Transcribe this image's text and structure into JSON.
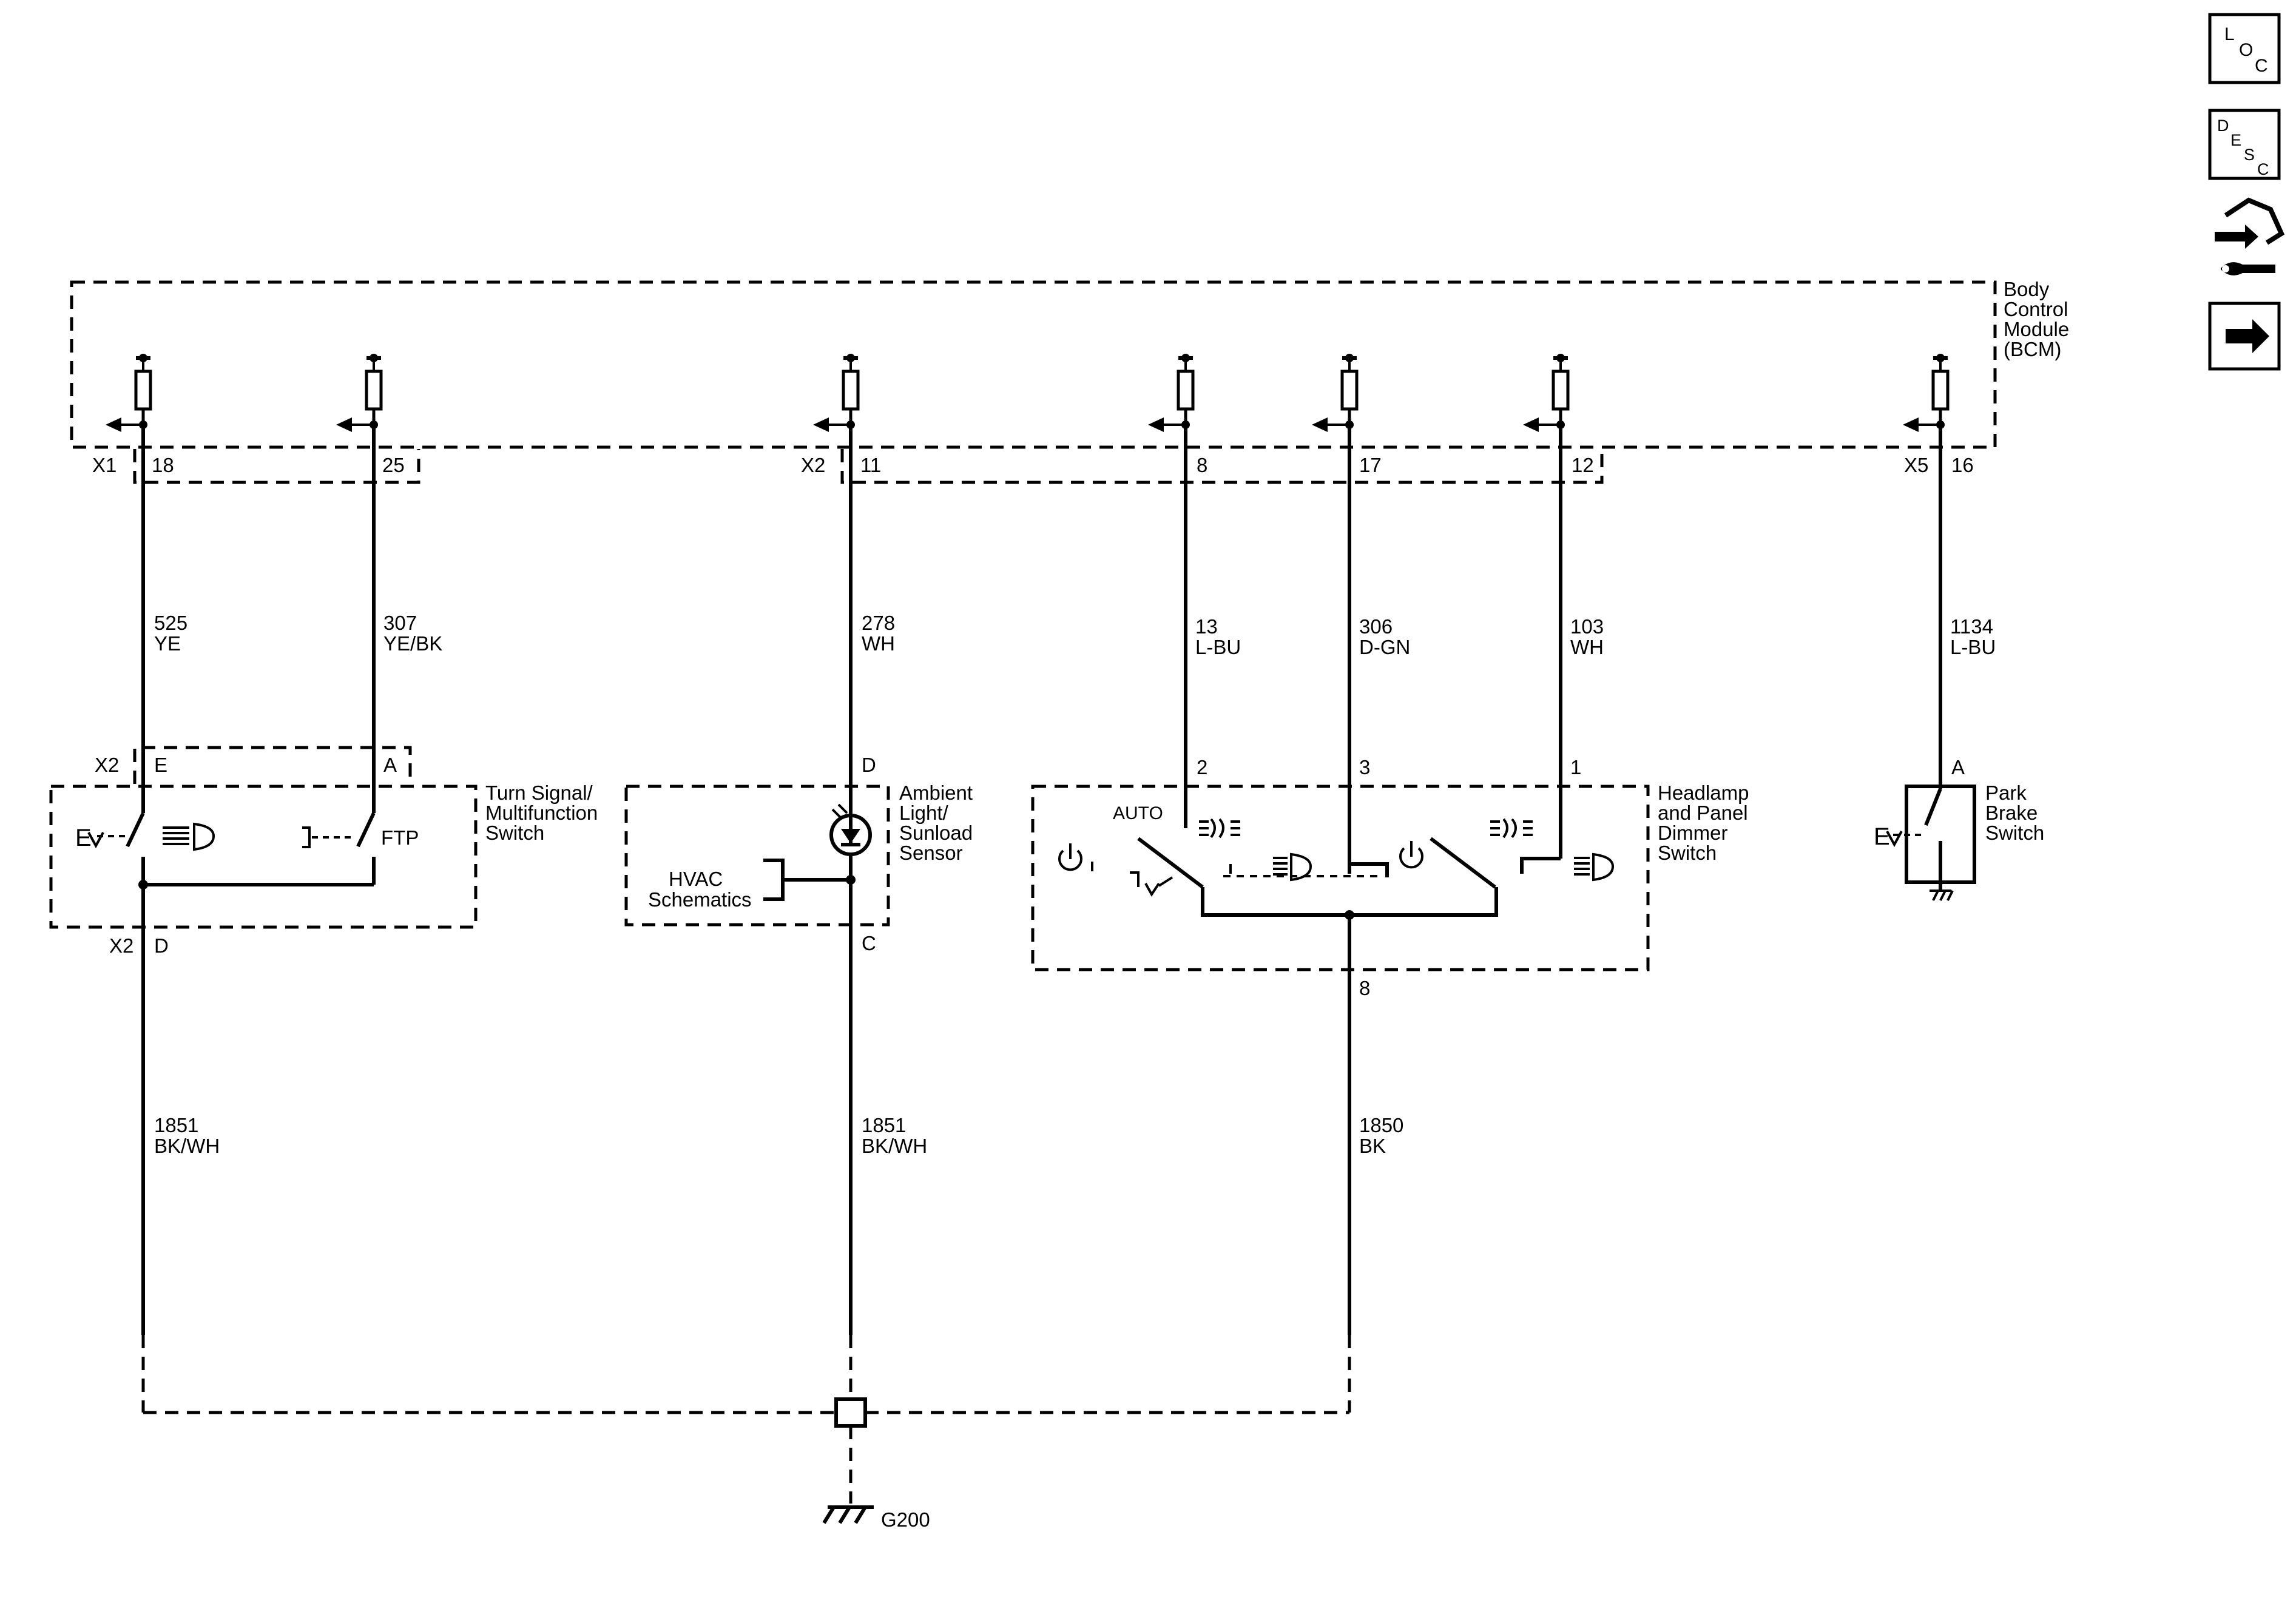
{
  "components": {
    "bcm": [
      "Body",
      "Control",
      "Module",
      "(BCM)"
    ],
    "turn_signal": [
      "Turn Signal/",
      "Multifunction",
      "Switch"
    ],
    "ambient": [
      "Ambient",
      "Light/",
      "Sunload",
      "Sensor"
    ],
    "hvac": [
      "HVAC",
      "Schematics"
    ],
    "headlamp": [
      "Headlamp",
      "and Panel",
      "Dimmer",
      "Switch"
    ],
    "park_brake": [
      "Park",
      "Brake",
      "Switch"
    ],
    "ground": "G200"
  },
  "connectors": {
    "bcm_x1": "X1",
    "bcm_x2": "X2",
    "bcm_x5": "X5",
    "ts_x2_top": "X2",
    "ts_x2_bottom": "X2"
  },
  "pins": {
    "bcm": [
      "18",
      "25",
      "11",
      "8",
      "17",
      "12",
      "16"
    ],
    "ts_e": "E",
    "ts_a": "A",
    "ts_d": "D",
    "amb_d": "D",
    "amb_c": "C",
    "hl_2": "2",
    "hl_3": "3",
    "hl_1": "1",
    "hl_8": "8",
    "pb_a": "A"
  },
  "wires": [
    {
      "circuit": "525",
      "color": "YE"
    },
    {
      "circuit": "307",
      "color": "YE/BK"
    },
    {
      "circuit": "278",
      "color": "WH"
    },
    {
      "circuit": "13",
      "color": "L-BU"
    },
    {
      "circuit": "306",
      "color": "D-GN"
    },
    {
      "circuit": "103",
      "color": "WH"
    },
    {
      "circuit": "1134",
      "color": "L-BU"
    },
    {
      "circuit": "1851",
      "color": "BK/WH"
    },
    {
      "circuit": "1851",
      "color": "BK/WH"
    },
    {
      "circuit": "1850",
      "color": "BK"
    }
  ],
  "switch_labels": {
    "ftp": "FTP",
    "auto": "AUTO"
  },
  "nav": {
    "loc": [
      "L",
      "O",
      "C"
    ],
    "desc": [
      "D",
      "E",
      "S",
      "C"
    ]
  },
  "icons": [
    "loc-icon",
    "desc-icon",
    "service-tool-icon",
    "next-arrow-icon",
    "headlamp-icon",
    "park-lamp-icon",
    "power-icon",
    "ground-icon",
    "lamp-symbol-icon"
  ]
}
